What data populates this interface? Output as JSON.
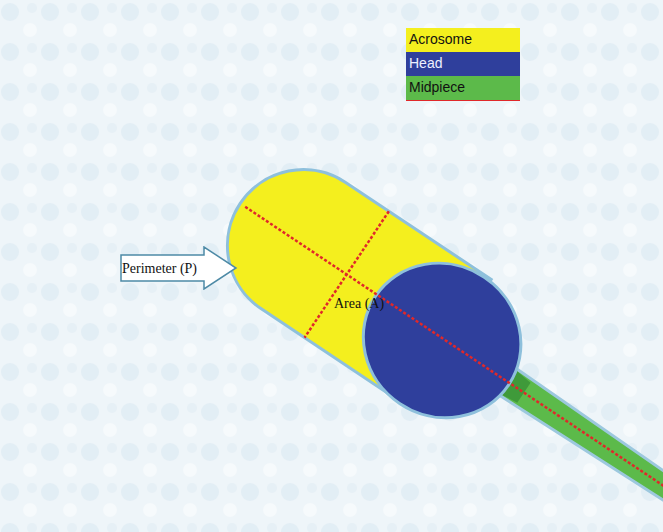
{
  "diagram": {
    "nodes": [
      {
        "text": [
          "Perimeter (P)"
        ]
      }
    ],
    "labels": [
      "Area (A)"
    ],
    "legend": [
      {
        "text": "Acrosome",
        "color": "#f4ef1e"
      },
      {
        "text": "Head",
        "color": "#2f3f9c"
      },
      {
        "text": "Midpiece",
        "color": "#5cba4a"
      }
    ]
  }
}
